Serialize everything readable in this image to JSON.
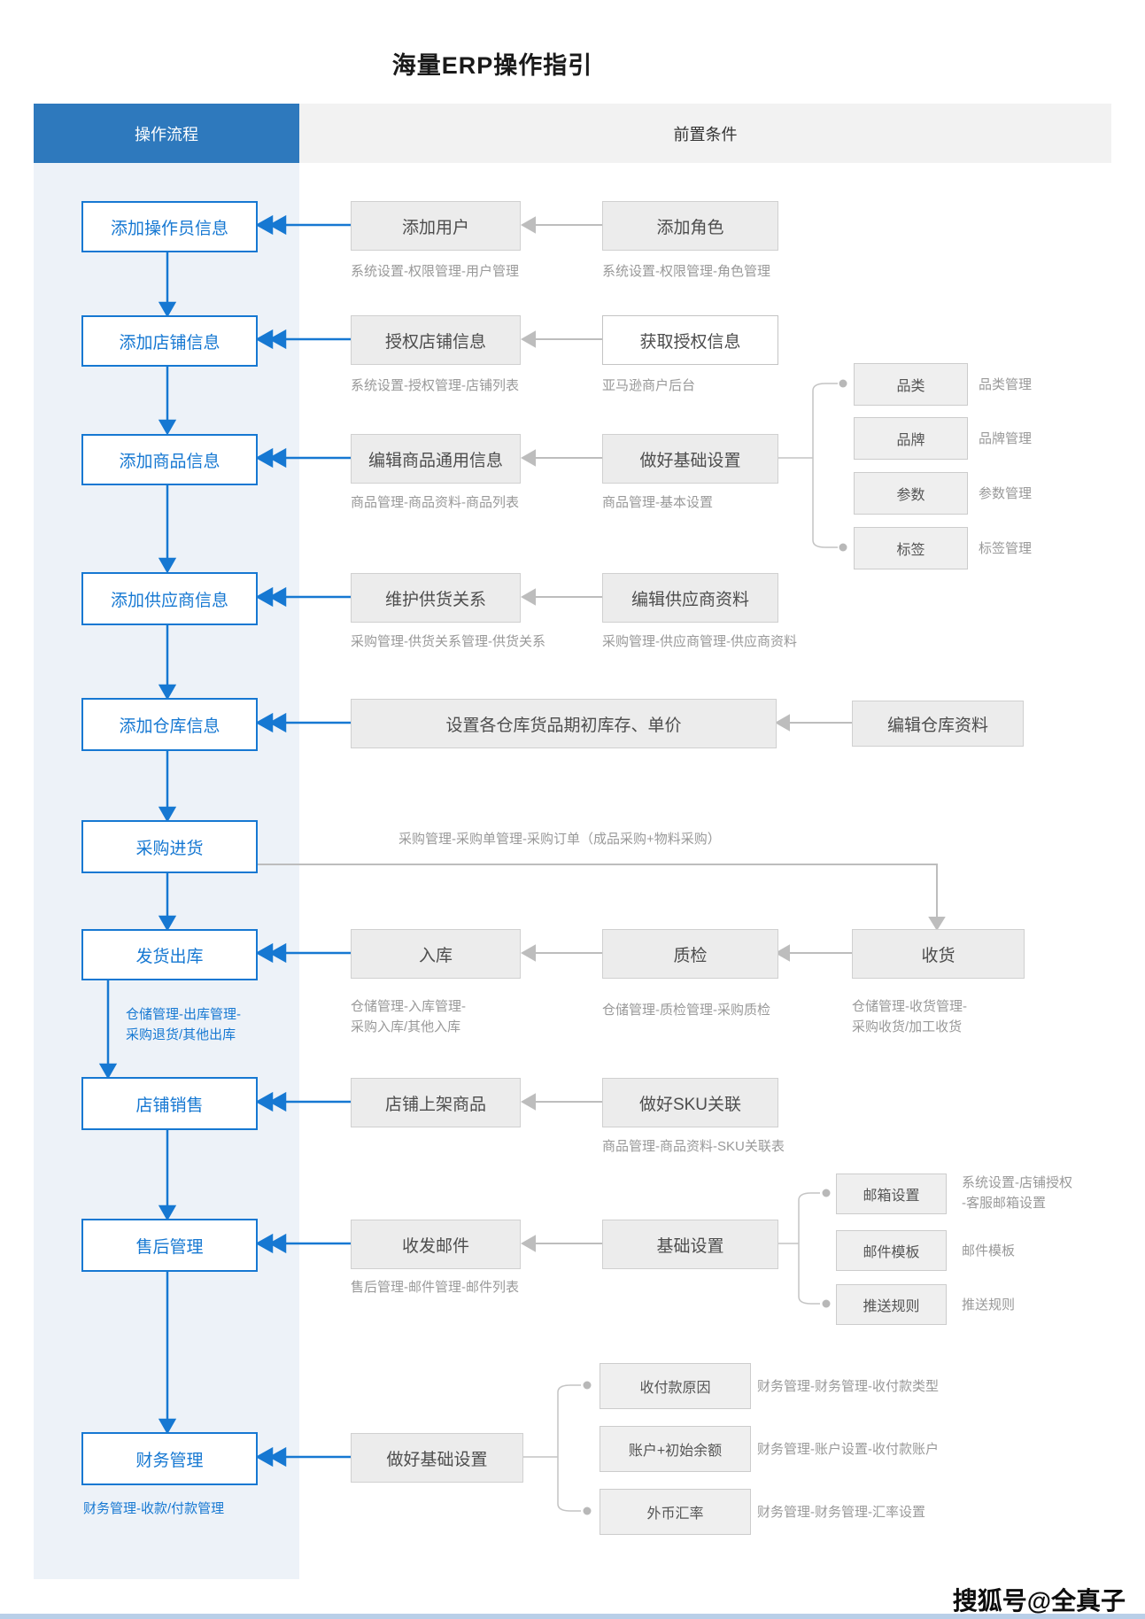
{
  "title": "海量ERP操作指引",
  "header": {
    "left": "操作流程",
    "right": "前置条件"
  },
  "colors": {
    "accent_blue": "#1678d2",
    "header_blue": "#2e79bd",
    "panel_bg": "#edf2f8",
    "header_gray": "#f2f2f2",
    "box_gray": "#ececec",
    "caption_gray": "#999999",
    "wire_gray": "#bdbdbd"
  },
  "steps": {
    "operator": "添加操作员信息",
    "shop": "添加店铺信息",
    "product": "添加商品信息",
    "supplier": "添加供应商信息",
    "warehouse": "添加仓库信息",
    "purchase": "采购进货",
    "shipping": "发货出库",
    "sales": "店铺销售",
    "aftersale": "售后管理",
    "finance": "财务管理"
  },
  "notes": {
    "shipping1": "仓储管理-出库管理-",
    "shipping2": "采购退货/其他出库",
    "finance": "财务管理-收款/付款管理"
  },
  "r1": {
    "b1": "添加用户",
    "c1": "系统设置-权限管理-用户管理",
    "b2": "添加角色",
    "c2": "系统设置-权限管理-角色管理"
  },
  "r2": {
    "b1": "授权店铺信息",
    "c1": "系统设置-授权管理-店铺列表",
    "b2": "获取授权信息",
    "c2": "亚马逊商户后台"
  },
  "r3": {
    "b1": "编辑商品通用信息",
    "c1": "商品管理-商品资料-商品列表",
    "b2": "做好基础设置",
    "c2": "商品管理-基本设置",
    "branch": {
      "cat": "品类",
      "cat_l": "品类管理",
      "brand": "品牌",
      "brand_l": "品牌管理",
      "param": "参数",
      "param_l": "参数管理",
      "tag": "标签",
      "tag_l": "标签管理"
    }
  },
  "r4": {
    "b1": "维护供货关系",
    "c1": "采购管理-供货关系管理-供货关系",
    "b2": "编辑供应商资料",
    "c2": "采购管理-供应商管理-供应商资料"
  },
  "r5": {
    "b1": "设置各仓库货品期初库存、单价",
    "b2": "编辑仓库资料"
  },
  "r6": {
    "caption": "采购管理-采购单管理-采购订单（成品采购+物料采购）"
  },
  "r7": {
    "b1": "入库",
    "c1a": "仓储管理-入库管理-",
    "c1b": "采购入库/其他入库",
    "b2": "质检",
    "c2": "仓储管理-质检管理-采购质检",
    "b3": "收货",
    "c3a": "仓储管理-收货管理-",
    "c3b": "采购收货/加工收货"
  },
  "r8": {
    "b1": "店铺上架商品",
    "b2": "做好SKU关联",
    "c2": "商品管理-商品资料-SKU关联表"
  },
  "r9": {
    "b1": "收发邮件",
    "c1": "售后管理-邮件管理-邮件列表",
    "b2": "基础设置",
    "branch": {
      "mailbox": "邮箱设置",
      "mailbox_l1": "系统设置-店铺授权",
      "mailbox_l2": "-客服邮箱设置",
      "template": "邮件模板",
      "template_l": "邮件模板",
      "push": "推送规则",
      "push_l": "推送规则"
    }
  },
  "r10": {
    "b1": "做好基础设置",
    "branch": {
      "reason": "收付款原因",
      "reason_l": "财务管理-财务管理-收付款类型",
      "account": "账户+初始余额",
      "account_l": "财务管理-账户设置-收付款账户",
      "currency": "外币汇率",
      "currency_l": "财务管理-财务管理-汇率设置"
    }
  },
  "watermark": "搜狐号@全真子"
}
